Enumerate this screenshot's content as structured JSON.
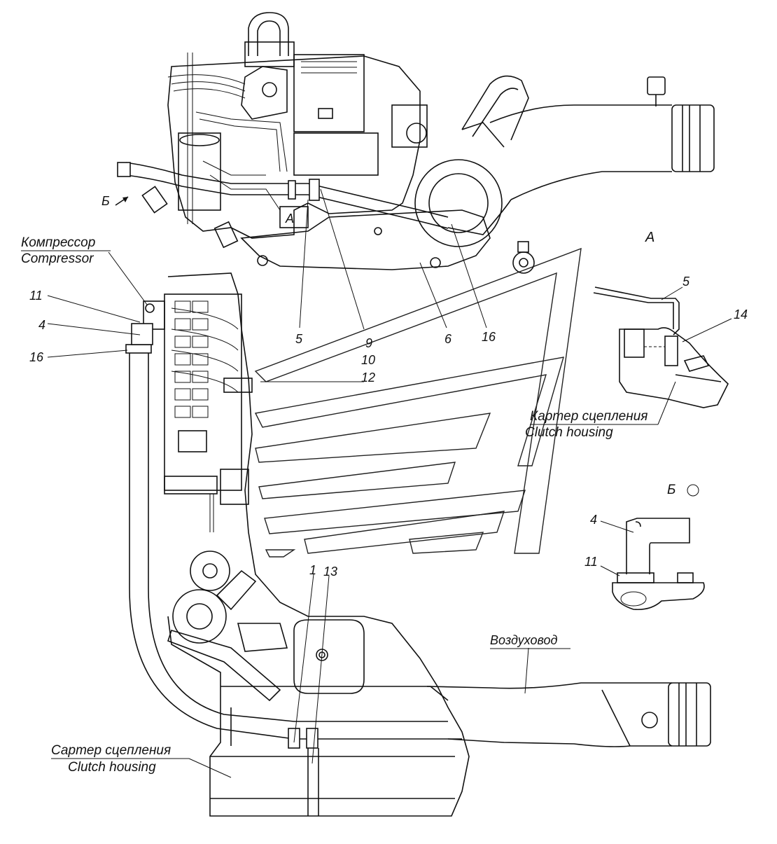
{
  "view_labels": {
    "view_a_marker": "А",
    "view_a_title": "А",
    "view_b_marker": "Б",
    "view_b_title": "Б"
  },
  "annotations": {
    "compressor_ru": "Компрессор",
    "compressor_en": "Compressor",
    "clutch_housing_ru_right": "Картер сцепления",
    "clutch_housing_en_right": "Clutch housing",
    "clutch_housing_ru_bottom": "Сартер сцепления",
    "clutch_housing_en_bottom": "Clutch housing",
    "air_duct_ru": "Воздуховод"
  },
  "callouts": {
    "top_5": "5",
    "top_9": "9",
    "top_10": "10",
    "top_12": "12",
    "top_6": "6",
    "top_16": "16",
    "left_11": "11",
    "left_4": "4",
    "left_16": "16",
    "detail_a_5": "5",
    "detail_a_14": "14",
    "detail_b_4": "4",
    "detail_b_11": "11",
    "bottom_1": "1",
    "bottom_13": "13"
  }
}
